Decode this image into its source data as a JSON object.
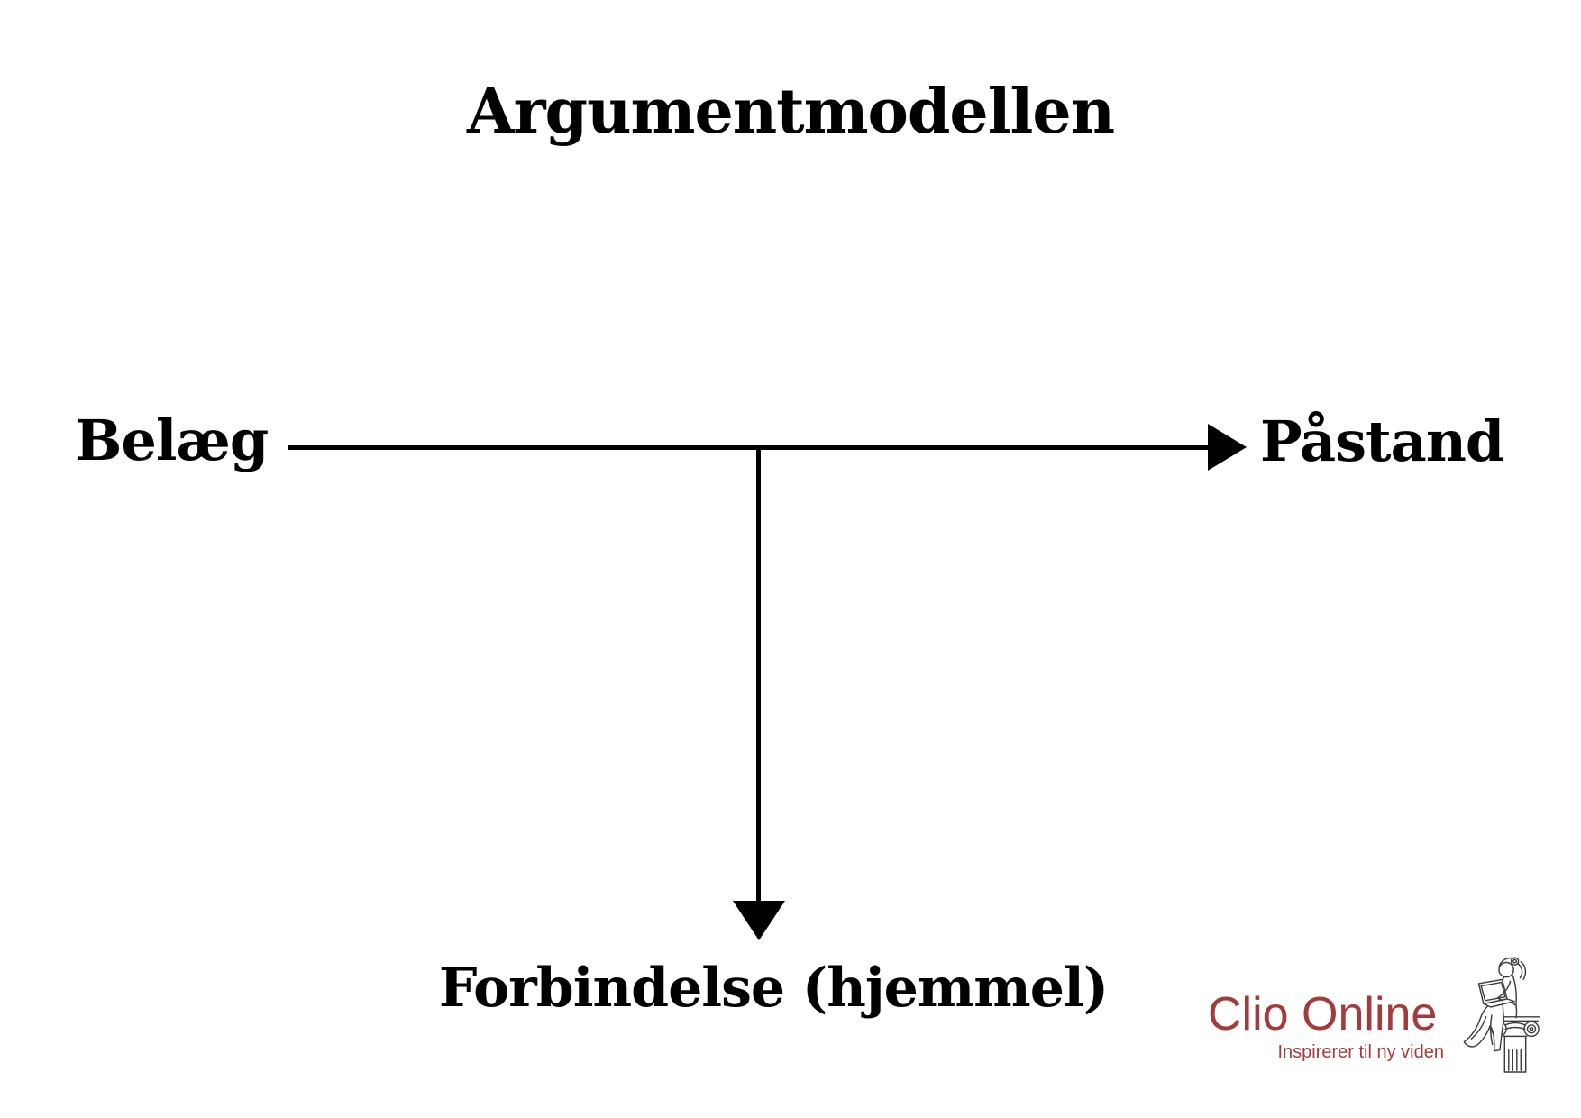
{
  "slide": {
    "title": "Argumentmodellen",
    "model": {
      "left_label": "Belæg",
      "right_label": "Påstand",
      "bottom_label": "Forbindelse (hjemmel)",
      "arrows": [
        {
          "name": "belaeg-to-pastand",
          "direction": "right"
        },
        {
          "name": "midpoint-to-forbindelse",
          "direction": "down"
        }
      ]
    }
  },
  "logo": {
    "brand": "Clio Online",
    "tagline": "Inspirerer til ny viden",
    "brand_color": "#a33b3c",
    "icon": "clio-muse-on-column-icon"
  },
  "colors": {
    "background": "#ffffff",
    "diagram": "#000000"
  }
}
